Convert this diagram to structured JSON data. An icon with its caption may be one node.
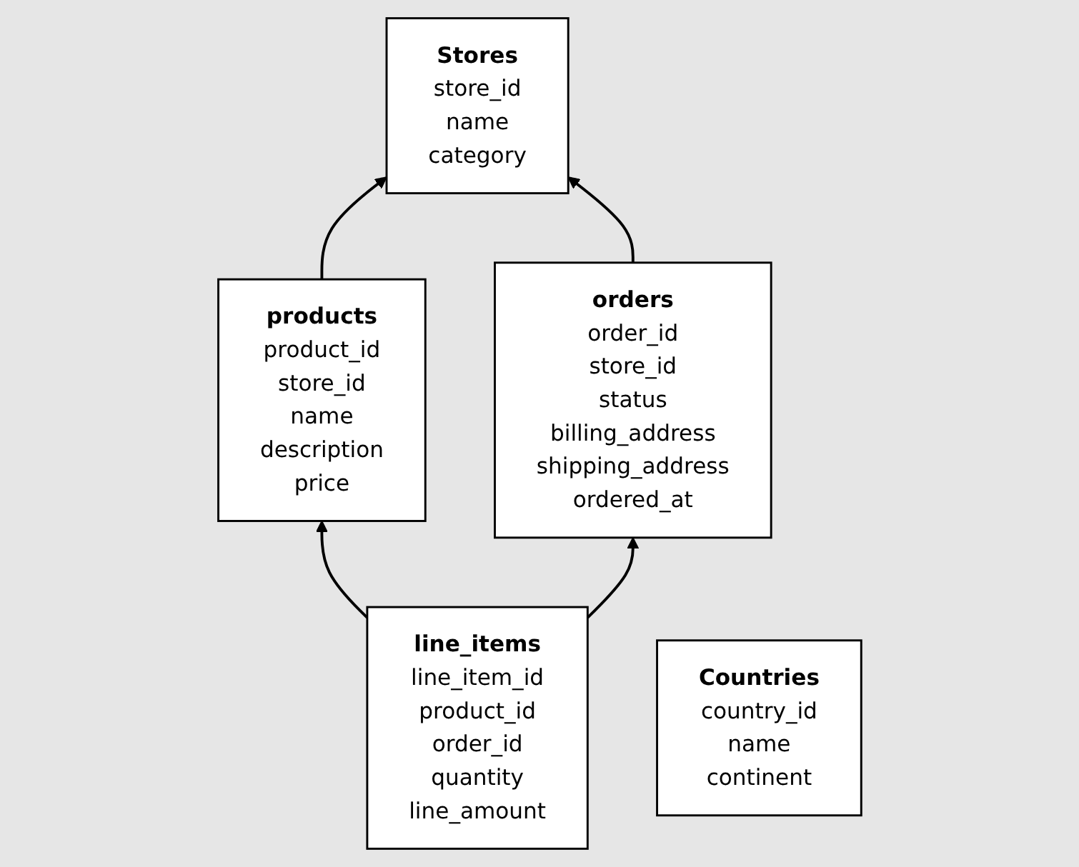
{
  "diagram": {
    "nodes": [
      {
        "text": [
          "Stores",
          "store_id",
          "name",
          "category"
        ]
      },
      {
        "text": [
          "products",
          "product_id",
          "store_id",
          "name",
          "description",
          "price"
        ]
      },
      {
        "text": [
          "orders",
          "order_id",
          "store_id",
          "status",
          "billing_address",
          "shipping_address",
          "ordered_at"
        ]
      },
      {
        "text": [
          "line_items",
          "line_item_id",
          "product_id",
          "order_id",
          "quantity",
          "line_amount"
        ]
      },
      {
        "text": [
          "Countries",
          "country_id",
          "name",
          "continent"
        ]
      }
    ],
    "edges": [
      {
        "from": 1,
        "to": 0,
        "arrow": "to"
      },
      {
        "from": 2,
        "to": 0,
        "arrow": "to"
      },
      {
        "from": 3,
        "to": 1,
        "arrow": "to"
      },
      {
        "from": 3,
        "to": 2,
        "arrow": "to"
      }
    ]
  }
}
